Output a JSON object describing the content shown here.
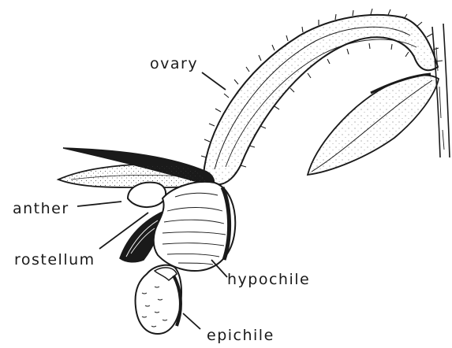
{
  "labels": {
    "ovary": "ovary",
    "anther": "anther",
    "rostellum": "rostellum",
    "hypochile": "hypochile",
    "epichile": "epichile"
  },
  "colors": {
    "ink": "#1a1a1a",
    "background": "#ffffff"
  }
}
